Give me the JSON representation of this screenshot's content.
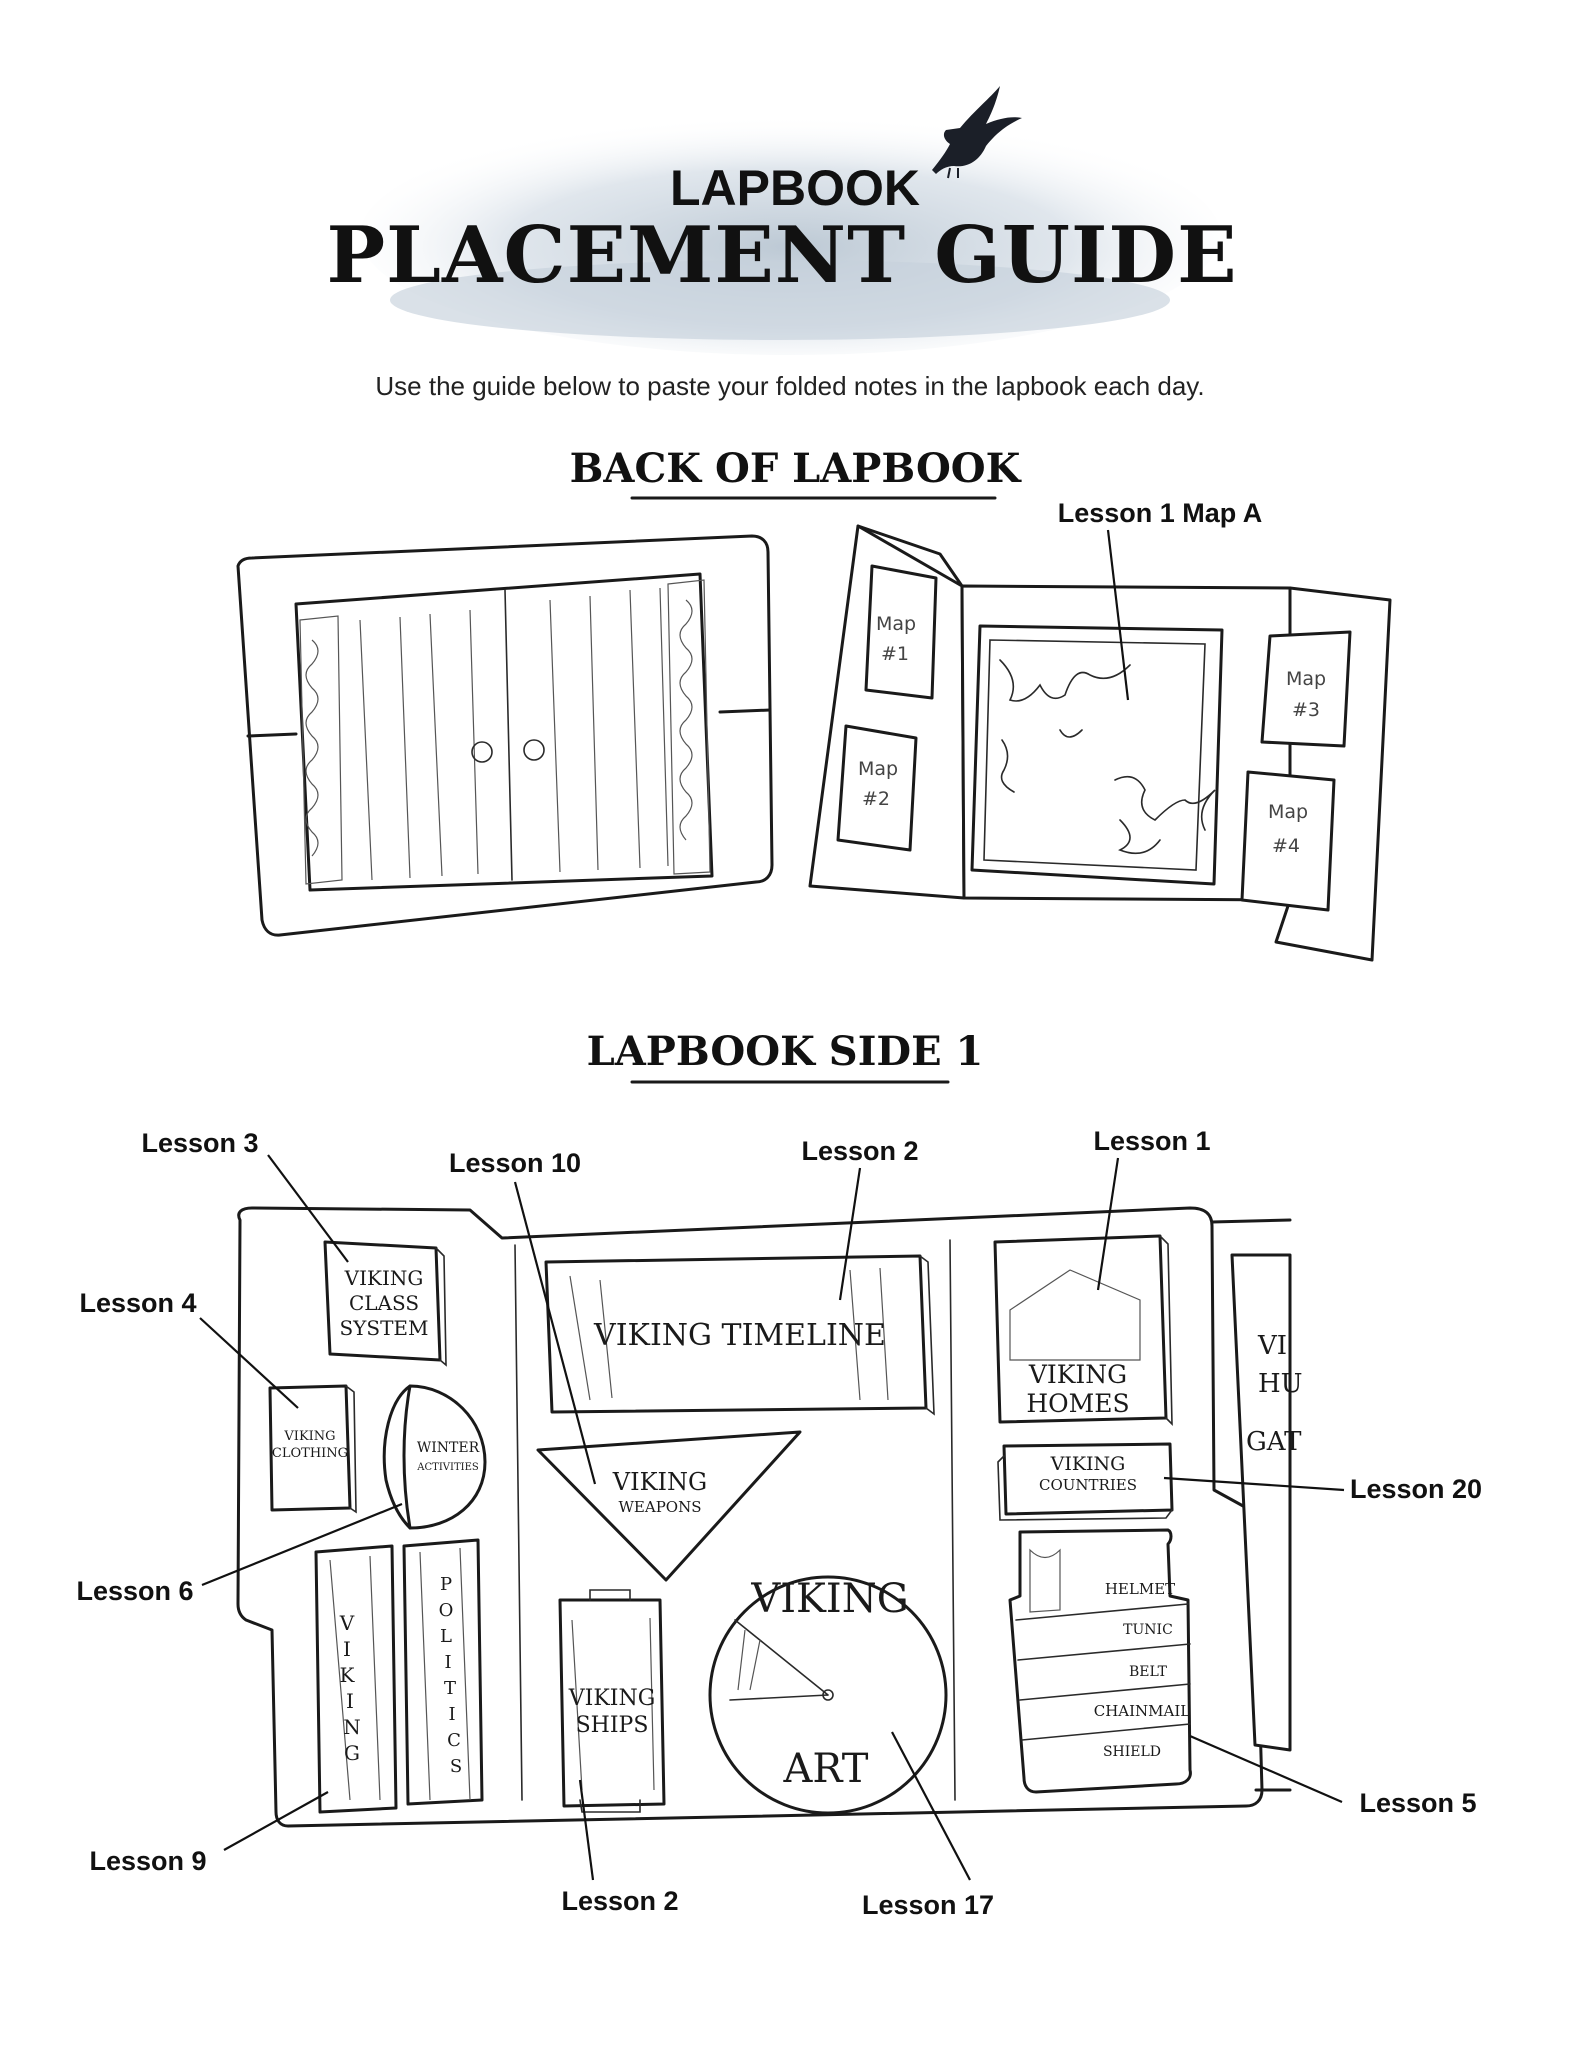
{
  "header": {
    "title_line1": "LAPBOOK",
    "title_line2": "PLACEMENT GUIDE",
    "subtitle": "Use the guide below to paste your folded notes in the lapbook each day."
  },
  "sections": {
    "back": "BACK OF LAPBOOK",
    "side1": "LAPBOOK SIDE 1"
  },
  "back_of_lapbook": {
    "callout": "Lesson 1 Map A",
    "maps": [
      "Map\n#1",
      "Map\n#2",
      "Map\n#3",
      "Map\n#4"
    ]
  },
  "side1": {
    "callouts": [
      "Lesson 3",
      "Lesson 10",
      "Lesson 2",
      "Lesson 1",
      "Lesson 4",
      "Lesson 20",
      "Lesson 6",
      "Lesson 5",
      "Lesson 9",
      "Lesson 2",
      "Lesson 17"
    ],
    "cards": {
      "class_system": [
        "VIKING",
        "CLASS",
        "SYSTEM"
      ],
      "clothing": [
        "VIKING",
        "CLOTHING"
      ],
      "winter": [
        "WINTER",
        "ACTIVITIES"
      ],
      "timeline": "VIKING TIMELINE",
      "weapons": [
        "VIKING",
        "WEAPONS"
      ],
      "homes": [
        "VIKING",
        "HOMES"
      ],
      "countries": [
        "VIKING",
        "COUNTRIES"
      ],
      "ships": [
        "VIKING",
        "SHIPS"
      ],
      "art": [
        "VIKING",
        "ART"
      ],
      "viking_vertical": [
        "V",
        "I",
        "K",
        "I",
        "N",
        "G"
      ],
      "politics_vertical": [
        "P",
        "O",
        "L",
        "I",
        "T",
        "I",
        "C",
        "S"
      ],
      "armor": [
        "HELMET",
        "TUNIC",
        "BELT",
        "CHAINMAIL",
        "SHIELD"
      ],
      "peek": [
        "VI",
        "HU",
        "GAT"
      ]
    }
  }
}
